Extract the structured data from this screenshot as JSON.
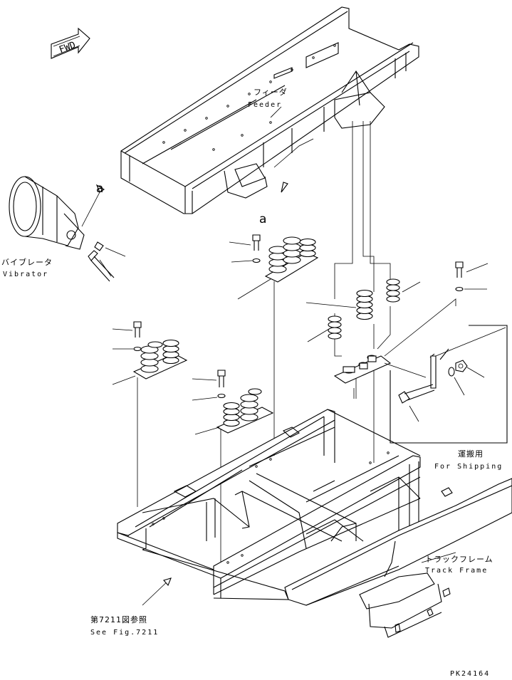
{
  "labels": {
    "fwd": "FWD",
    "feeder_jp": "フィーダ",
    "feeder_en": "Feeder",
    "vibrator_jp": "バイブレータ",
    "vibrator_en": "Vibrator",
    "view_a_1": "a",
    "view_a_2": "a",
    "shipping_jp": "運搬用",
    "shipping_en": "For Shipping",
    "track_frame_jp": "トラックフレーム",
    "track_frame_en": "Track Frame",
    "see_fig_jp": "第7211図参照",
    "see_fig_en": "See Fig.7211",
    "drawing_code": "PK24164"
  }
}
